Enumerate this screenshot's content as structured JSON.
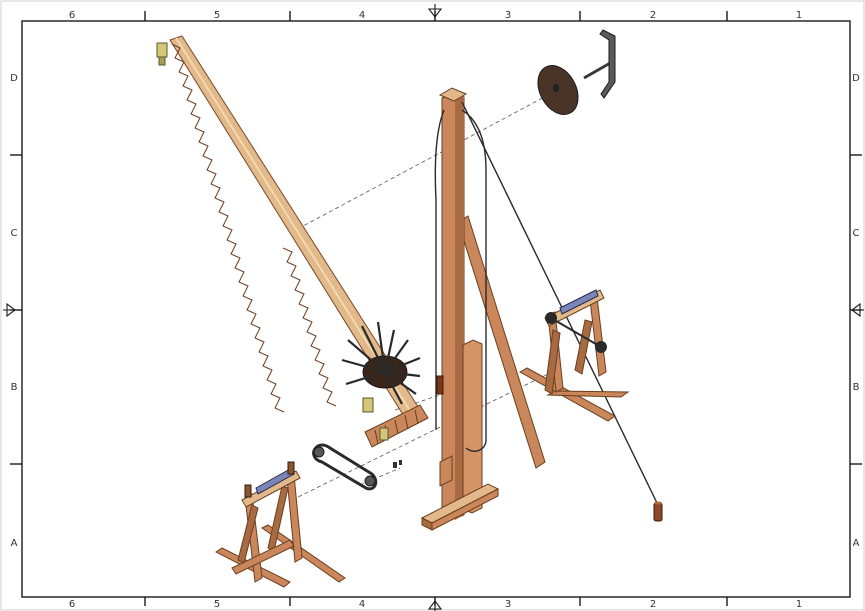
{
  "drawing": {
    "column_zones": [
      "6",
      "5",
      "4",
      "3",
      "2",
      "1"
    ],
    "row_zones": [
      "D",
      "C",
      "B",
      "A"
    ],
    "colors": {
      "frame": "#1a1a1a",
      "wood_light": "#e2b98a",
      "wood_mid": "#c9875b",
      "wood_dark": "#8a5533",
      "boom_light": "#f0d4a5",
      "metal_dark": "#3a3a3a",
      "explode_line": "#555555",
      "drum_blue": "#7b86b8"
    }
  }
}
